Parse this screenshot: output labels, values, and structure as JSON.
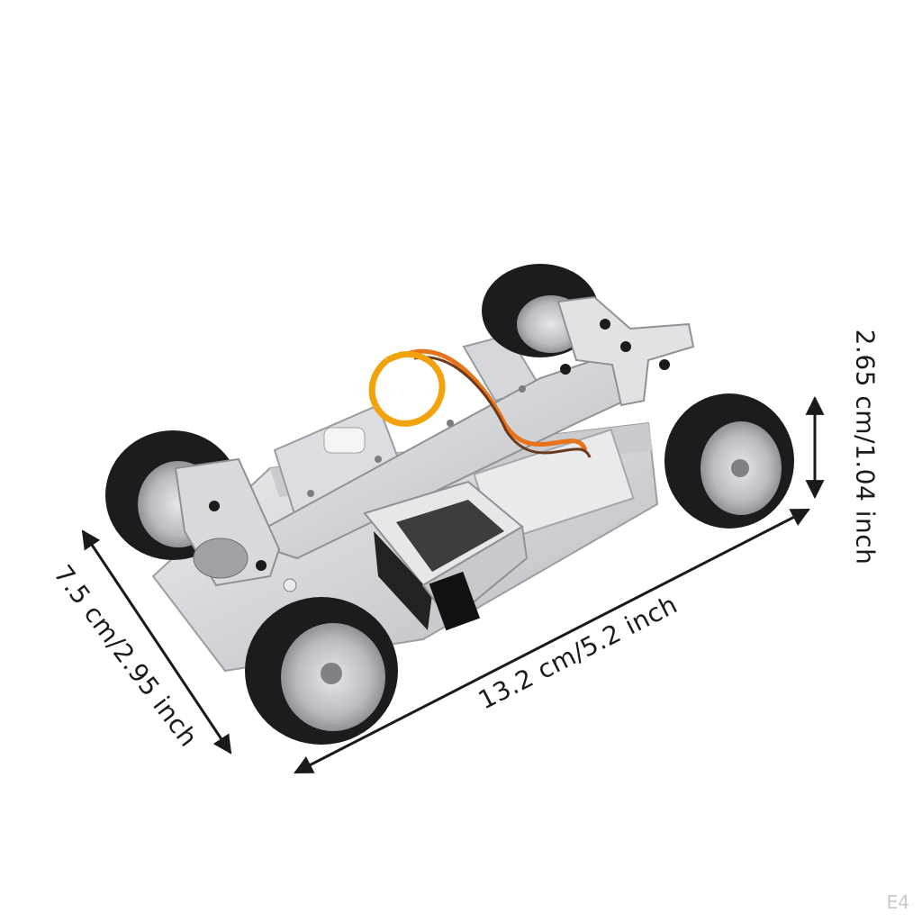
{
  "product": {
    "icon": "rc-car-chassis-icon",
    "colors": {
      "aluminum": "#d9dadc",
      "aluminum_shadow": "#a9abae",
      "tire": "#1c1c1e",
      "rim": "#bfc1c4",
      "rubber_band": "#f2a20a",
      "wire_orange": "#e8731a",
      "wire_brown": "#6b3a1e",
      "servo": "#222222",
      "arrow": "#1a1a1a"
    }
  },
  "dimensions": {
    "length": "13.2 cm/5.2 inch",
    "width": "7.5 cm/2.95 inch",
    "height": "2.65 cm/1.04 inch"
  },
  "corner_code": "E4"
}
